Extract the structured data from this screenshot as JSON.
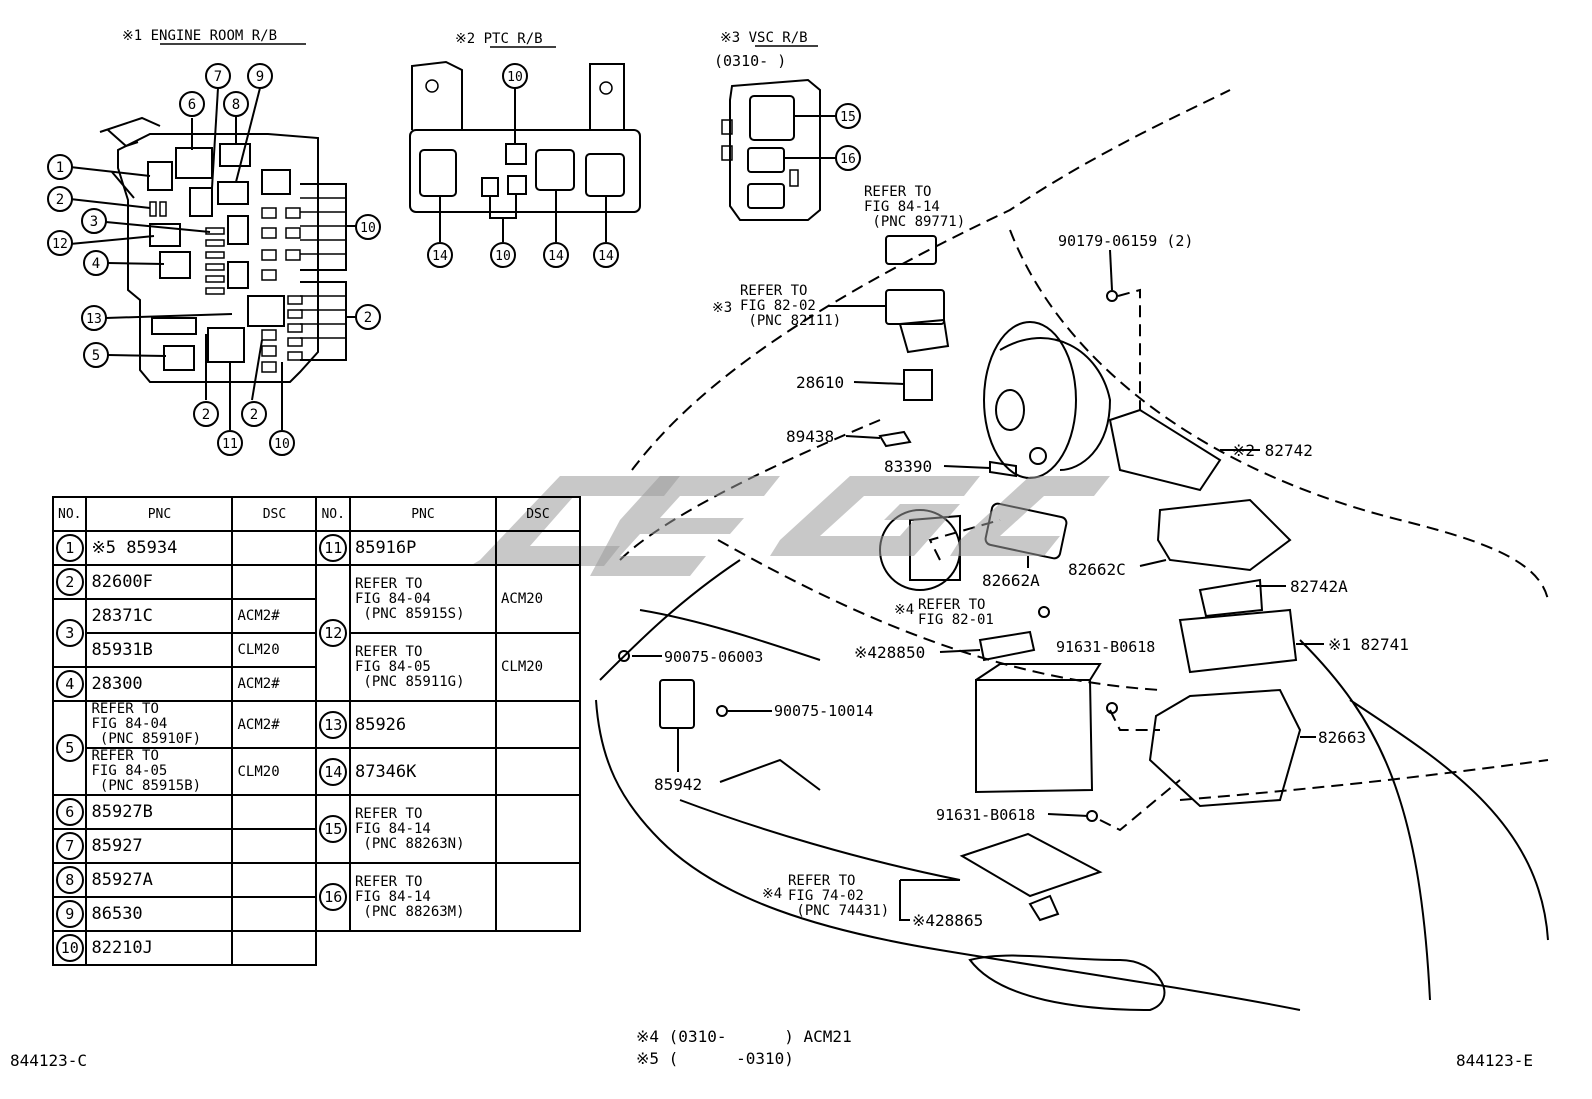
{
  "diagram_id_left": "844123-C",
  "diagram_id_right": "844123-E",
  "boxes": {
    "engine_room": "※1  ENGINE ROOM R/B",
    "ptc": "※2  PTC R/B",
    "vsc": "※3  VSC R/B",
    "vsc_range": "(0310-     )"
  },
  "callouts": {
    "c1": "1",
    "c2": "2",
    "c3": "3",
    "c4": "4",
    "c5": "5",
    "c6": "6",
    "c7": "7",
    "c8": "8",
    "c9": "9",
    "c10": "10",
    "c11": "11",
    "c12": "12",
    "c13": "13",
    "c14": "14",
    "c15": "15",
    "c16": "16"
  },
  "table": {
    "headers": {
      "no": "NO.",
      "pnc": "PNC",
      "dsc": "DSC"
    },
    "left_rows": [
      {
        "no": "1",
        "pnc": "※5 85934",
        "dsc": ""
      },
      {
        "no": "2",
        "pnc": "82600F",
        "dsc": ""
      },
      {
        "no": "3",
        "pnc": "28371C",
        "dsc": "ACM2#"
      },
      {
        "no": "",
        "pnc": "85931B",
        "dsc": "CLM20"
      },
      {
        "no": "4",
        "pnc": "28300",
        "dsc": "ACM2#"
      },
      {
        "no": "5",
        "pnc": "REFER TO\nFIG 84-04\n (PNC 85910F)",
        "dsc": "ACM2#"
      },
      {
        "no": "",
        "pnc": "REFER TO\nFIG 84-05\n (PNC 85915B)",
        "dsc": "CLM20"
      },
      {
        "no": "6",
        "pnc": "85927B",
        "dsc": ""
      },
      {
        "no": "7",
        "pnc": "85927",
        "dsc": ""
      },
      {
        "no": "8",
        "pnc": "85927A",
        "dsc": ""
      },
      {
        "no": "9",
        "pnc": "86530",
        "dsc": ""
      },
      {
        "no": "10",
        "pnc": "82210J",
        "dsc": ""
      }
    ],
    "right_rows": [
      {
        "no": "11",
        "pnc": "85916P",
        "dsc": ""
      },
      {
        "no": "12",
        "pnc": "REFER TO\nFIG 84-04\n (PNC 85915S)",
        "dsc": "ACM20"
      },
      {
        "no": "",
        "pnc": "REFER TO\nFIG 84-05\n (PNC 85911G)",
        "dsc": "CLM20"
      },
      {
        "no": "13",
        "pnc": "85926",
        "dsc": ""
      },
      {
        "no": "14",
        "pnc": "87346K",
        "dsc": ""
      },
      {
        "no": "15",
        "pnc": "REFER TO\nFIG 84-14\n (PNC 88263N)",
        "dsc": ""
      },
      {
        "no": "16",
        "pnc": "REFER TO\nFIG 84-14\n (PNC 88263M)",
        "dsc": ""
      }
    ]
  },
  "labels": {
    "ref_89771": "REFER TO\nFIG 84-14\n (PNC 89771)",
    "ref_82111_mark": "※3",
    "ref_82111": "REFER TO\nFIG 82-02\n (PNC 82111)",
    "p90179": "90179-06159 (2)",
    "p28610": "28610",
    "p89438": "89438",
    "p83390": "83390",
    "p82742": "※2 82742",
    "p82662A": "82662A",
    "p82662C": "82662C",
    "p82742A": "82742A",
    "ref_82_01_mark": "※4",
    "ref_82_01": "REFER TO\nFIG 82-01",
    "p91631a": "91631-B0618",
    "p82741": "※1 82741",
    "p28850": "※428850",
    "p90075_06003": "90075-06003",
    "p90075_10014": "90075-10014",
    "p82663": "82663",
    "p85942": "85942",
    "p91631b": "91631-B0618",
    "ref_74431_mark": "※4",
    "ref_74431": "REFER TO\nFIG 74-02\n (PNC 74431)",
    "p28865": "※428865"
  },
  "notes": {
    "n4": "※4 (0310-      ) ACM21",
    "n5": "※5 (      -0310)"
  }
}
